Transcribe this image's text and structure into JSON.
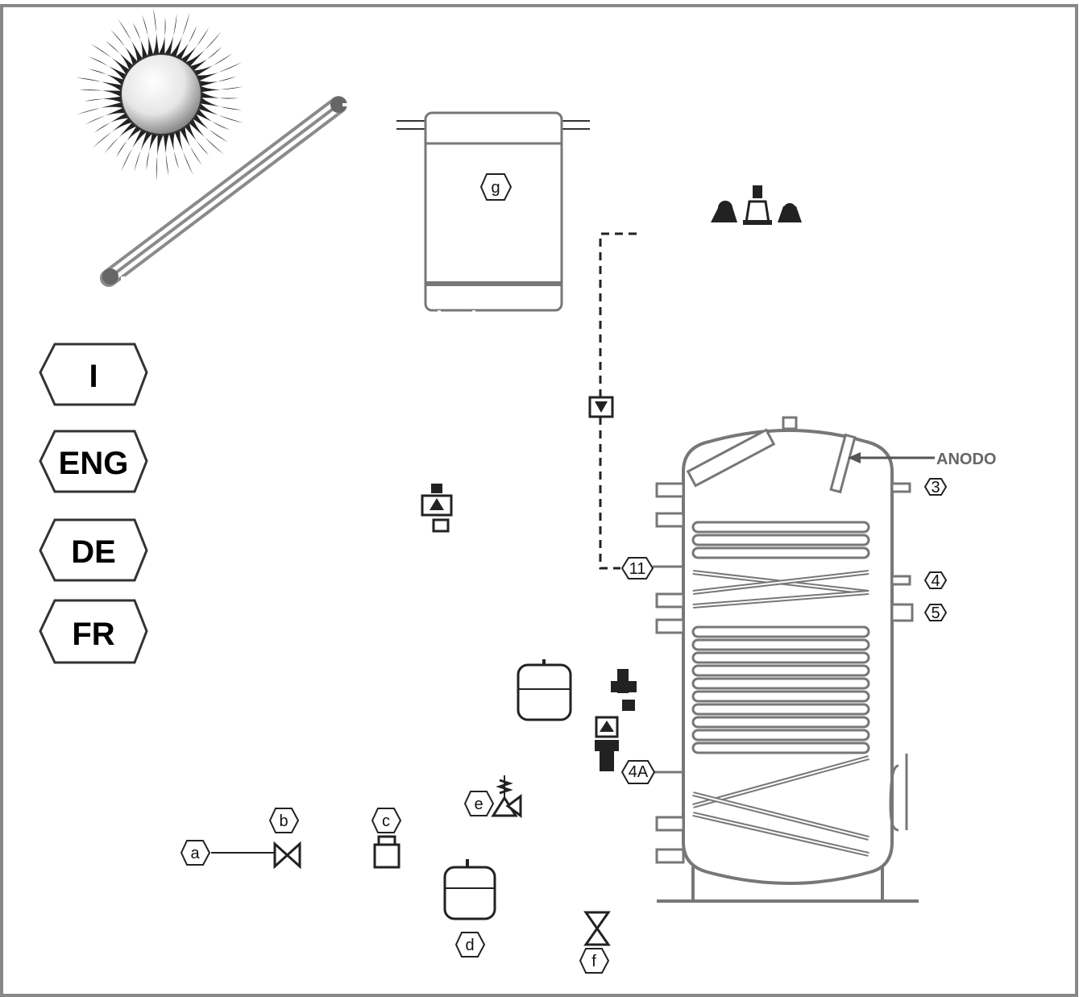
{
  "languages": [
    {
      "code": "I"
    },
    {
      "code": "ENG"
    },
    {
      "code": "DE"
    },
    {
      "code": "FR"
    }
  ],
  "labels": {
    "a": "a",
    "b": "b",
    "c": "c",
    "d": "d",
    "e": "e",
    "f": "f",
    "g": "g",
    "n3": "3",
    "n4": "4",
    "n5": "5",
    "n11": "11",
    "n4a": "4A",
    "anode": "ANODO"
  },
  "colors": {
    "pipe": "#1a1a1a",
    "tank": "#777777",
    "collector": "#8a8a8a",
    "border": "#888888"
  },
  "icons": [
    "sun-icon",
    "solar-collector",
    "boiler",
    "shower-icon",
    "pump-icon",
    "valve-icon",
    "expansion-vessel-icon",
    "safety-valve-icon",
    "storage-tank"
  ]
}
